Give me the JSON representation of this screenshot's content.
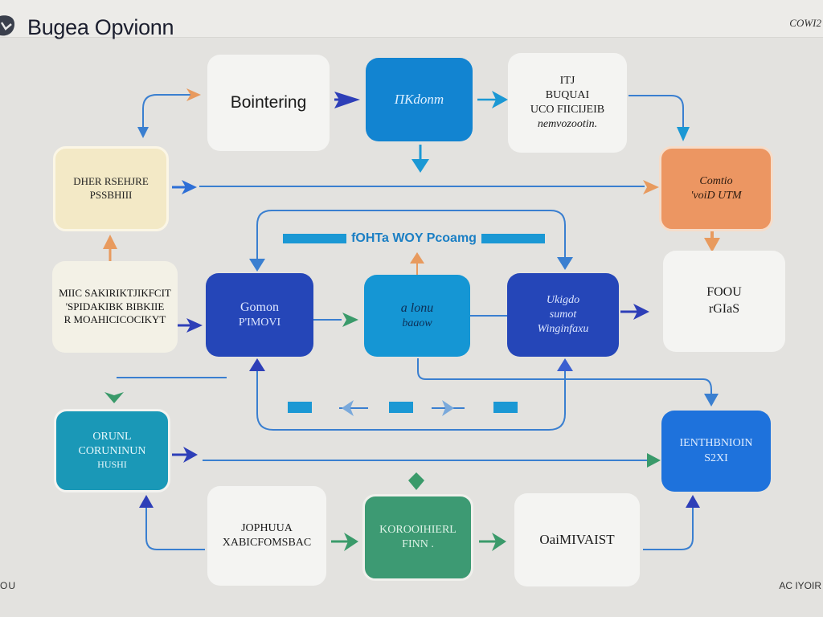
{
  "header": {
    "app_title": "Bugea Opvionn",
    "top_right_label": "COWI2",
    "logo_icon": "app-logo-icon"
  },
  "footer": {
    "left_label": "OU",
    "right_label": "AC IYOIR"
  },
  "banner": {
    "label": "fOHTa WOY Pcoamg"
  },
  "colors": {
    "background": "#e3e2df",
    "wire_blue": "#3a7fd0",
    "arrow_navy": "#2e3fb8",
    "arrow_orange": "#e89a5e",
    "arrow_green": "#3a9a6a",
    "arrow_cyan": "#1b98d4"
  },
  "nodes": {
    "bointering": {
      "lines": [
        "Bointering"
      ]
    },
    "nkdonm": {
      "lines": [
        "ΠKdonm"
      ]
    },
    "top_right_card": {
      "lines": [
        "ITJ",
        "BUQUAI",
        "UCO FIICIJEIB",
        "nemvozootin."
      ]
    },
    "dher_card": {
      "lines": [
        "DHER RSEHJRE",
        "PSSBHIII"
      ]
    },
    "contio": {
      "lines": [
        "Comtio",
        "'voiD UTM"
      ]
    },
    "left_mid_card": {
      "lines": [
        "MIIC SAKIRIKTJIKFCIT",
        "'SPIDAKIBK BIBKIIE",
        "R MOAHICICOCIKYT"
      ]
    },
    "gomon": {
      "lines": [
        "Gomon",
        "P'IMOVI"
      ]
    },
    "klonu": {
      "lines": [
        "a lonu",
        "baaow"
      ]
    },
    "ukigdo": {
      "lines": [
        "Ukigdo",
        "sumot",
        "Winginfaxu"
      ]
    },
    "foou": {
      "lines": [
        "FOOU",
        "rGIaS"
      ]
    },
    "orunl": {
      "lines": [
        "ORUNL",
        "CORUNINUN",
        "HUSHI"
      ]
    },
    "ienthbnioin": {
      "lines": [
        "IENTHBNIOIN",
        "S2XI"
      ]
    },
    "jophuua": {
      "lines": [
        "JOPHUUA",
        "XABICFOMSBAC"
      ]
    },
    "korooihierl": {
      "lines": [
        "KOROOIHIERL",
        "FINN ."
      ]
    },
    "oaimivaist": {
      "lines": [
        "OaiMIVAIST"
      ]
    }
  },
  "connections": [
    {
      "from": "dher_card",
      "to": "bointering"
    },
    {
      "from": "bointering",
      "to": "nkdonm"
    },
    {
      "from": "nkdonm",
      "to": "top_right_card"
    },
    {
      "from": "top_right_card",
      "to": "contio"
    },
    {
      "from": "dher_card",
      "to": "contio"
    },
    {
      "from": "contio",
      "to": "foou"
    },
    {
      "from": "left_mid_card",
      "to": "dher_card"
    },
    {
      "from": "left_mid_card",
      "to": "gomon"
    },
    {
      "from": "gomon",
      "to": "klonu"
    },
    {
      "from": "klonu",
      "to": "ukigdo"
    },
    {
      "from": "ukigdo",
      "to": "foou"
    },
    {
      "from": "klonu",
      "to": "ienthbnioin"
    },
    {
      "from": "orunl",
      "to": "ienthbnioin"
    },
    {
      "from": "jophuua",
      "to": "korooihierl"
    },
    {
      "from": "korooihierl",
      "to": "oaimivaist"
    },
    {
      "from": "oaimivaist",
      "to": "ienthbnioin"
    }
  ]
}
